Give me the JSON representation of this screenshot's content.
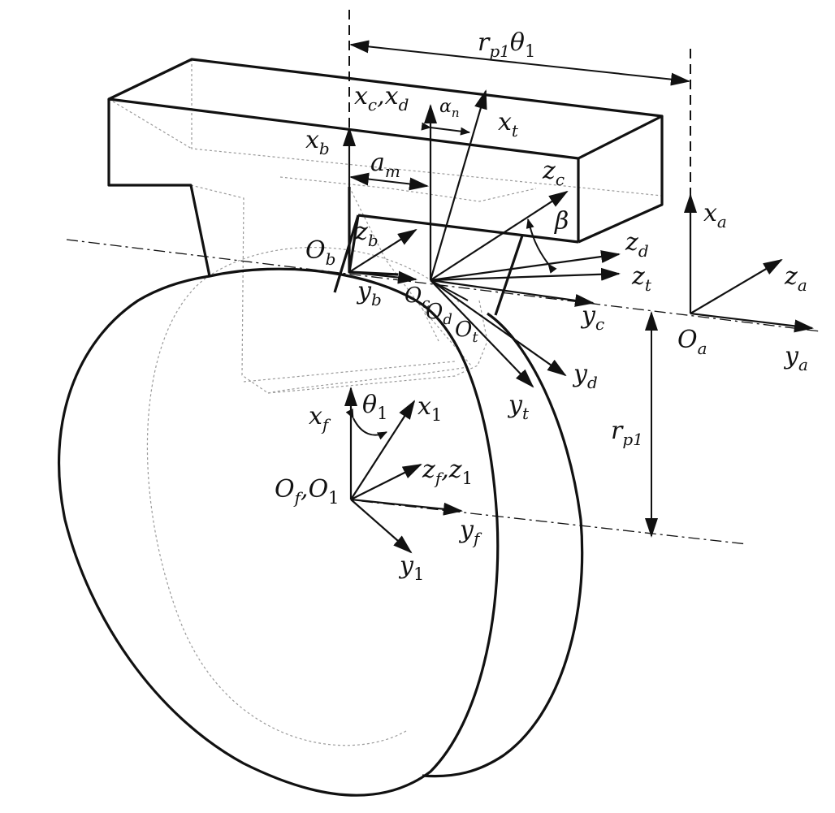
{
  "labels": {
    "rp1_theta1": {
      "main": "r",
      "sub": "p1",
      "tail": "θ",
      "tail_sub": "1"
    },
    "xc_xd": {
      "a": "x",
      "a_sub": "c",
      "sep": ",",
      "b": "x",
      "b_sub": "d"
    },
    "alpha_n": {
      "main": "α",
      "sub": "n"
    },
    "xt": {
      "main": "x",
      "sub": "t"
    },
    "xb": {
      "main": "x",
      "sub": "b"
    },
    "am": {
      "main": "a",
      "sub": "m"
    },
    "zc": {
      "main": "z",
      "sub": "c"
    },
    "beta": {
      "main": "β"
    },
    "xa": {
      "main": "x",
      "sub": "a"
    },
    "zb": {
      "main": "z",
      "sub": "b"
    },
    "zd": {
      "main": "z",
      "sub": "d"
    },
    "ob": {
      "main": "O",
      "sub": "b"
    },
    "zt": {
      "main": "z",
      "sub": "t"
    },
    "za": {
      "main": "z",
      "sub": "a"
    },
    "yb": {
      "main": "y",
      "sub": "b"
    },
    "oc": {
      "main": "O",
      "sub": "c"
    },
    "od": {
      "main": "O",
      "sub": "d"
    },
    "ot": {
      "main": "O",
      "sub": "t"
    },
    "yc": {
      "main": "y",
      "sub": "c"
    },
    "oa": {
      "main": "O",
      "sub": "a"
    },
    "ya": {
      "main": "y",
      "sub": "a"
    },
    "yd": {
      "main": "y",
      "sub": "d"
    },
    "yt": {
      "main": "y",
      "sub": "t"
    },
    "rp1": {
      "main": "r",
      "sub": "p1"
    },
    "xf": {
      "main": "x",
      "sub": "f"
    },
    "theta1": {
      "main": "θ",
      "sub": "1"
    },
    "x1": {
      "main": "x",
      "sub": "1"
    },
    "zf_z1": {
      "a": "z",
      "a_sub": "f",
      "sep": ",",
      "b": "z",
      "b_sub": "1"
    },
    "of_o1": {
      "a": "O",
      "a_sub": "f",
      "sep": ",",
      "b": "O",
      "b_sub": "1"
    },
    "yf": {
      "main": "y",
      "sub": "f"
    },
    "y1": {
      "main": "y",
      "sub": "1"
    }
  }
}
